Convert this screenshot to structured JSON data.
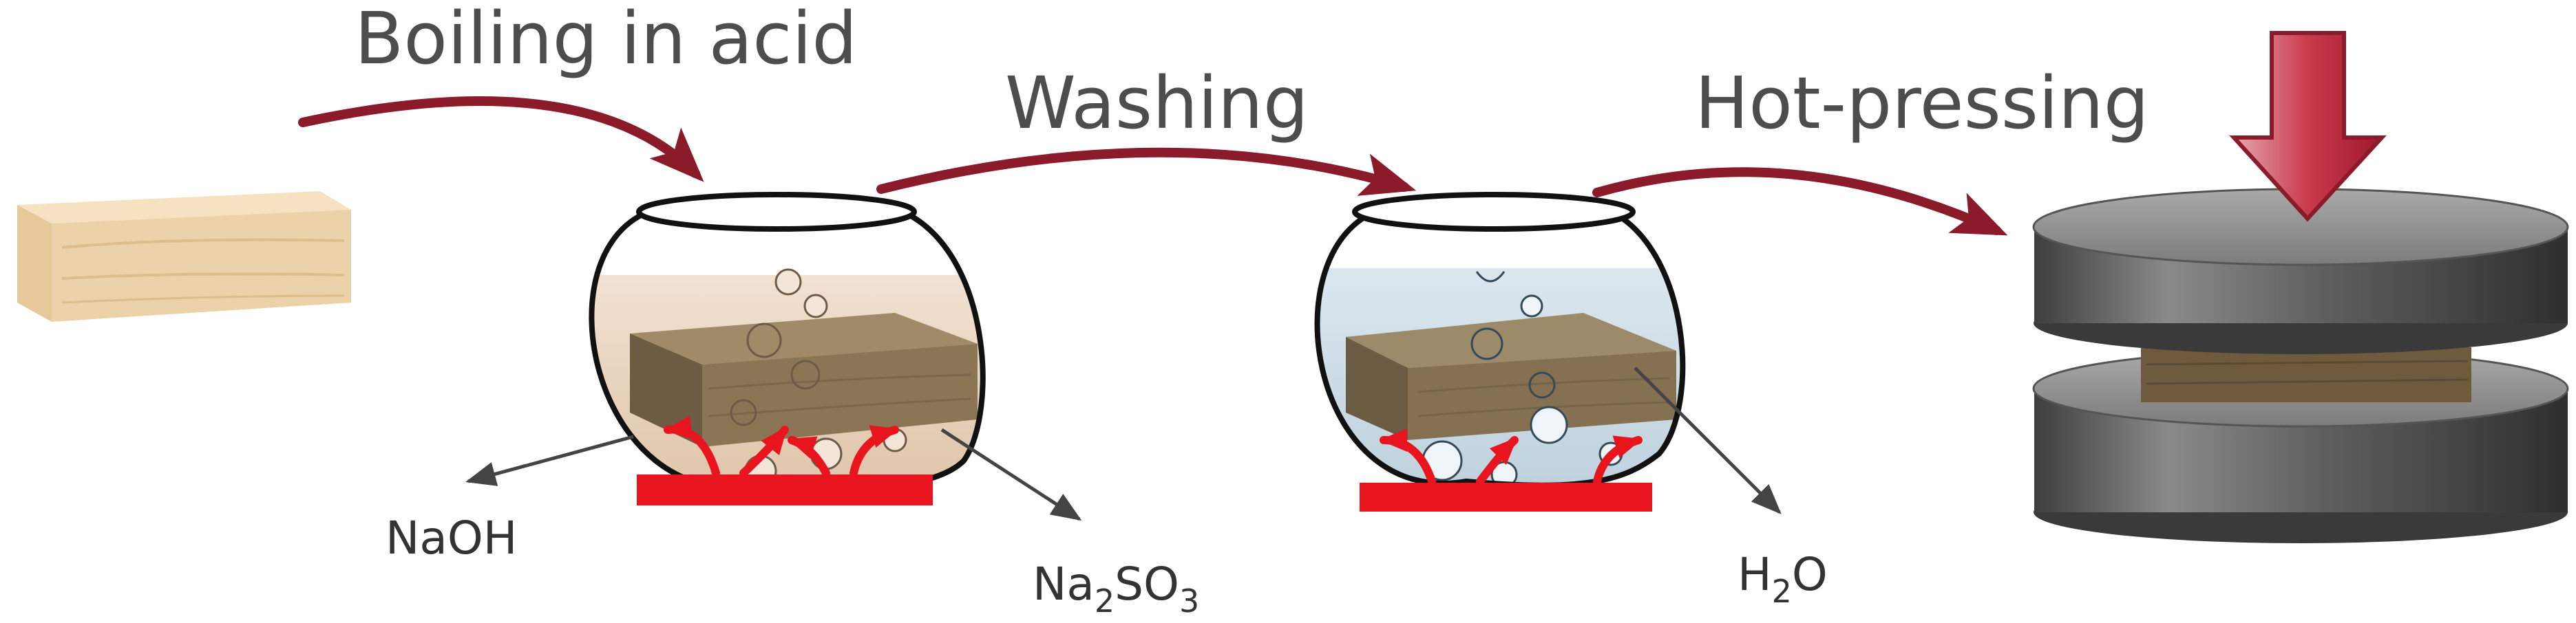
{
  "steps": {
    "boiling": "Boiling in acid",
    "washing": "Washing",
    "pressing": "Hot-pressing"
  },
  "chemicals": {
    "naoh": "NaOH",
    "na2so3": {
      "a": "Na",
      "sub1": "2",
      "b": "SO",
      "sub2": "3"
    },
    "h2o": {
      "a": "H",
      "sub": "2",
      "b": "O"
    }
  },
  "colors": {
    "arrow": "#8b1a2b",
    "heat": "#e8141e",
    "press_arrow": "#c0283c",
    "wood_natural": "#ecd2a8",
    "wood_treated": "#8a7554",
    "acid_liquid": "#e8d2bc",
    "water_liquid": "#c9d9e3",
    "press_plate": "#5f5f5f"
  }
}
